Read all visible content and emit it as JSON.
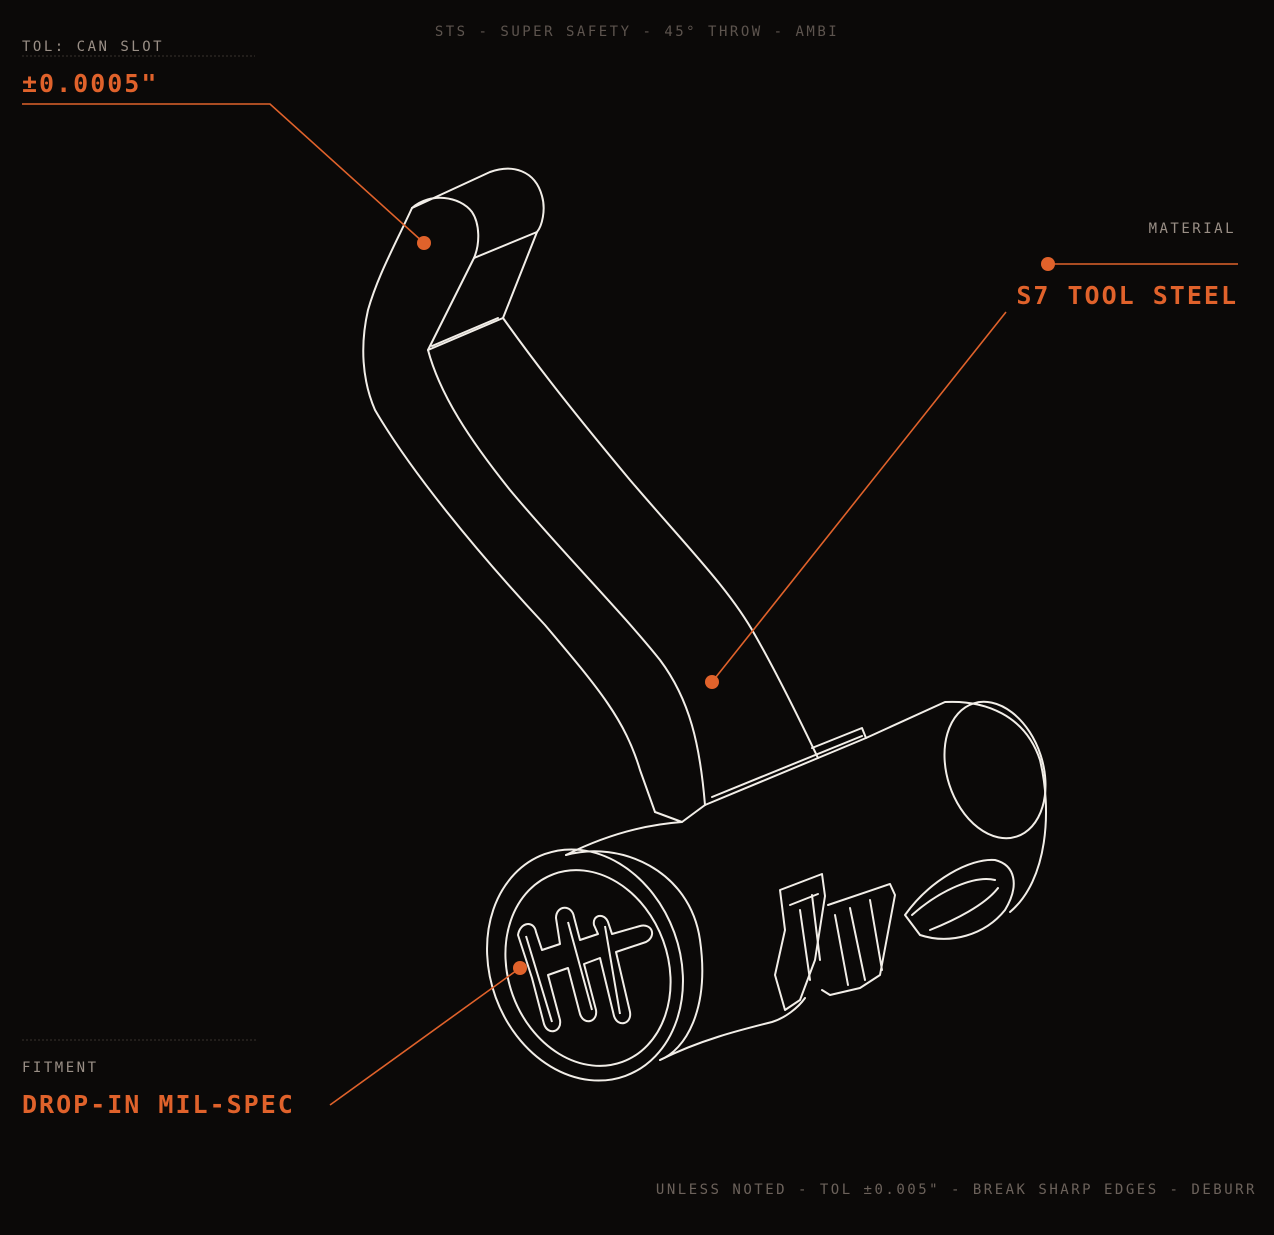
{
  "header": {
    "title": "STS - SUPER SAFETY - 45° THROW - AMBI"
  },
  "callouts": {
    "tolerance": {
      "caption": "TOL: CAN SLOT",
      "value": "±0.0005\""
    },
    "material": {
      "caption": "MATERIAL",
      "value": "S7 TOOL STEEL"
    },
    "fitment": {
      "caption": "FITMENT",
      "value": "DROP-IN MIL-SPEC"
    }
  },
  "footer": {
    "note": "UNLESS NOTED - TOL ±0.005\" - BREAK SHARP EDGES - DEBURR"
  },
  "colors": {
    "background": "#0b0908",
    "linework": "#f2eee8",
    "accent": "#e0622b",
    "caption": "#9a8f86"
  },
  "icons": {
    "part": "safety-selector-line-drawing",
    "logo": "hf-logo"
  }
}
